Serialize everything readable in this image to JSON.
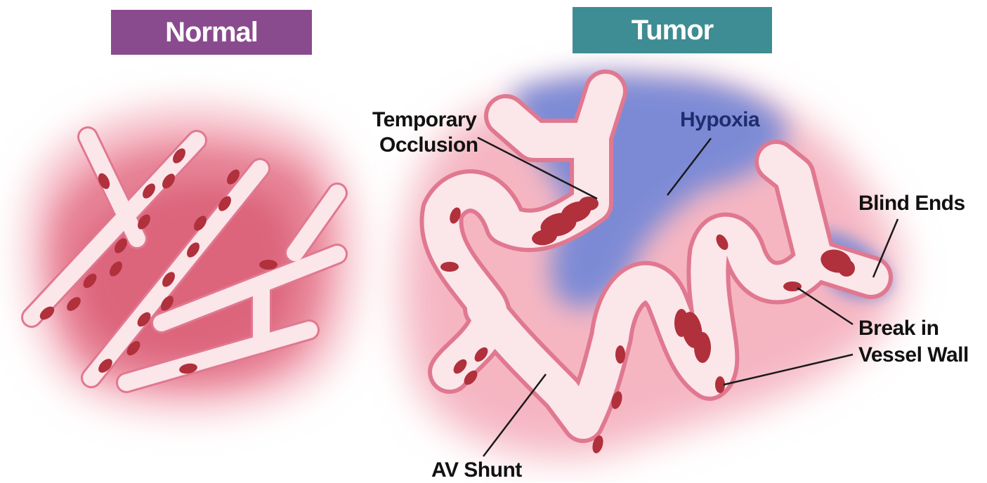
{
  "headers": {
    "normal": "Normal",
    "tumor": "Tumor"
  },
  "labels": {
    "temporary_occlusion_line1": "Temporary",
    "temporary_occlusion_line2": "Occlusion",
    "hypoxia": "Hypoxia",
    "blind_ends": "Blind Ends",
    "break_line1": "Break in",
    "break_line2": "Vessel Wall",
    "av_shunt": "AV Shunt"
  },
  "colors": {
    "normal_header": "#8a4b8e",
    "tumor_header": "#3e8c94",
    "tissue_pink": "#f3a6b4",
    "vessel_fill": "#fbe6ea",
    "vessel_wall": "#e07890",
    "red_blood_cell": "#b0303c",
    "hypoxia_blue": "#6f86d8"
  }
}
